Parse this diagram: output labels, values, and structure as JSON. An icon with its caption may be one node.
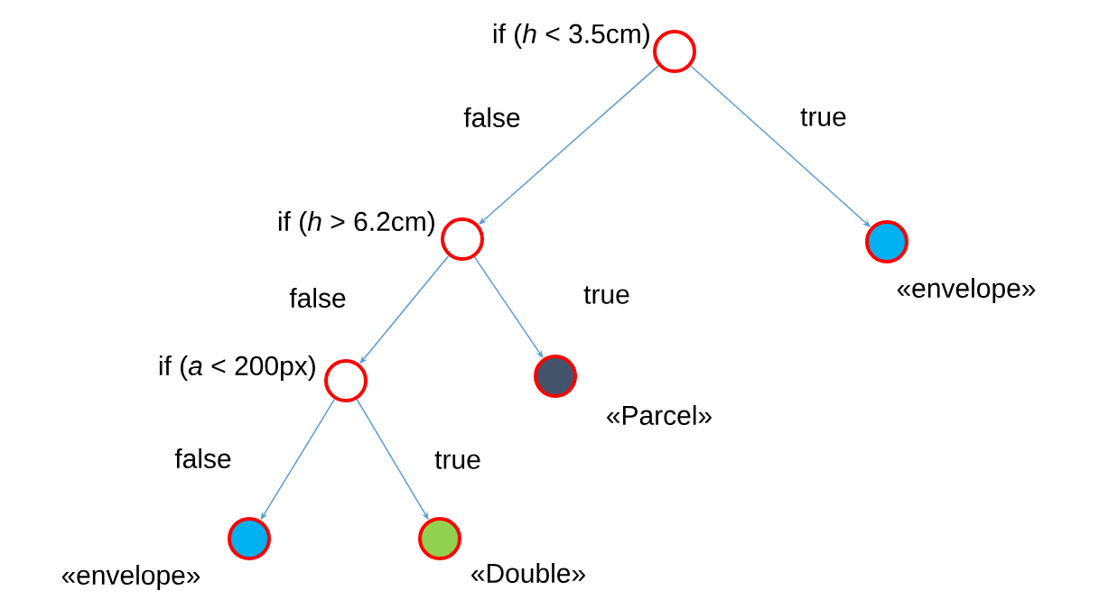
{
  "diagram": {
    "nodes": [
      {
        "text": [],
        "shape": "circle",
        "beside": [
          "if (*h* < 3.5cm)"
        ]
      },
      {
        "text": [],
        "shape": "circle",
        "beside": [
          "if (*h* > 6.2cm)"
        ]
      },
      {
        "text": [],
        "shape": "circle",
        "beside": [
          "«envelope»"
        ]
      },
      {
        "text": [],
        "shape": "circle",
        "beside": [
          "if (*a* < 200px)"
        ]
      },
      {
        "text": [],
        "shape": "circle",
        "beside": [
          "«Parcel»"
        ]
      },
      {
        "text": [],
        "shape": "circle",
        "beside": [
          "«envelope»"
        ]
      },
      {
        "text": [],
        "shape": "circle",
        "beside": [
          "«Double»"
        ]
      }
    ],
    "edges": [
      {
        "from": 0,
        "to": 1,
        "arrow": "to",
        "label": "false"
      },
      {
        "from": 0,
        "to": 2,
        "arrow": "to",
        "label": "true"
      },
      {
        "from": 1,
        "to": 3,
        "arrow": "to",
        "label": "false"
      },
      {
        "from": 1,
        "to": 4,
        "arrow": "to",
        "label": "true"
      },
      {
        "from": 3,
        "to": 5,
        "arrow": "to",
        "label": "false"
      },
      {
        "from": 3,
        "to": 6,
        "arrow": "to",
        "label": "true"
      }
    ]
  }
}
